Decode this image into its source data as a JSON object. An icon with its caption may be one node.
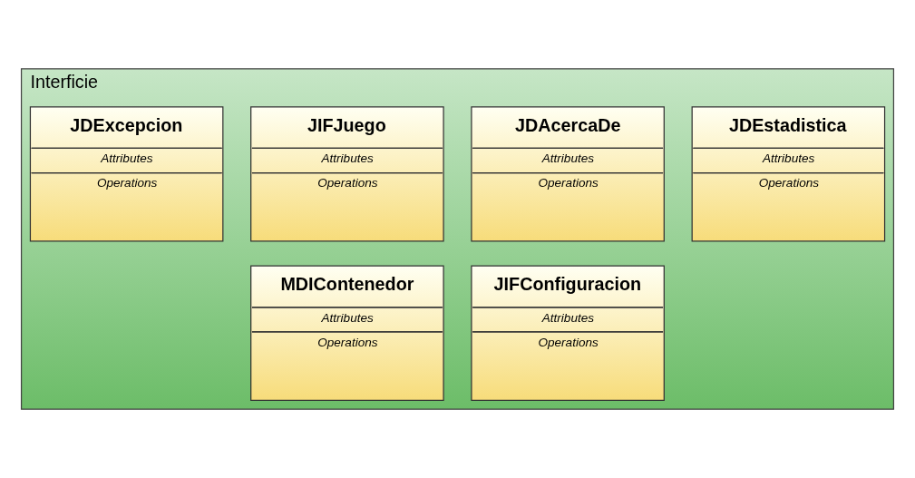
{
  "diagram": {
    "nodes": [
      {
        "text": [
          "Interficie"
        ]
      },
      {
        "text": [
          "JDEstadistica",
          "Attributes",
          "Operations"
        ],
        "in": 0
      },
      {
        "text": [
          "JDAcercaDe",
          "Attributes",
          "Operations"
        ],
        "in": 0
      },
      {
        "text": [
          "JIFJuego",
          "Attributes",
          "Operations"
        ],
        "in": 0
      },
      {
        "text": [
          "JDExcepcion",
          "Attributes",
          "Operations"
        ],
        "in": 0
      },
      {
        "text": [
          "JIFConfiguracion",
          "Attributes",
          "Operations"
        ],
        "in": 0
      },
      {
        "text": [
          "MDIContenedor",
          "Attributes",
          "Operations"
        ],
        "in": 0
      }
    ],
    "edges": []
  }
}
